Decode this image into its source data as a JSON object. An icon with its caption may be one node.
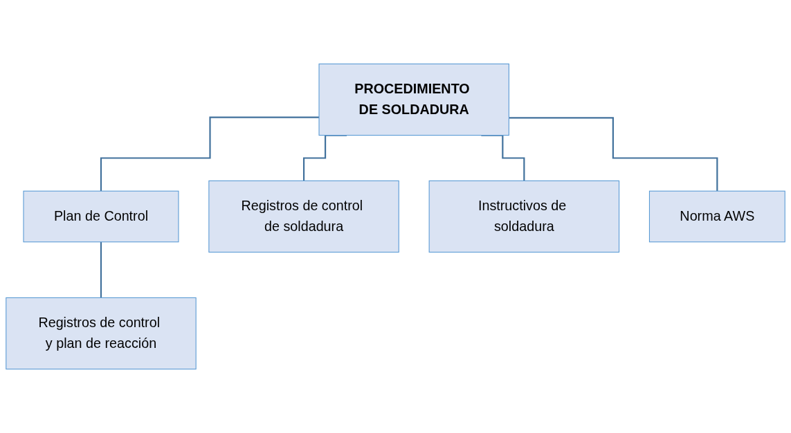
{
  "diagram": {
    "nodes": [
      {
        "text": [
          "PROCEDIMIENTO DE SOLDADURA"
        ]
      },
      {
        "text": [
          "Plan de Control"
        ]
      },
      {
        "text": [
          "Registros de control de soldadura"
        ]
      },
      {
        "text": [
          "Instructivos de soldadura"
        ]
      },
      {
        "text": [
          "Norma AWS"
        ]
      },
      {
        "text": [
          "Registros de control y plan de reacción"
        ]
      }
    ],
    "edges": [
      {
        "from": 0,
        "to": 1,
        "arrow": "none"
      },
      {
        "from": 0,
        "to": 2,
        "arrow": "none"
      },
      {
        "from": 0,
        "to": 3,
        "arrow": "none"
      },
      {
        "from": 0,
        "to": 4,
        "arrow": "none"
      },
      {
        "from": 1,
        "to": 5,
        "arrow": "none"
      }
    ]
  }
}
